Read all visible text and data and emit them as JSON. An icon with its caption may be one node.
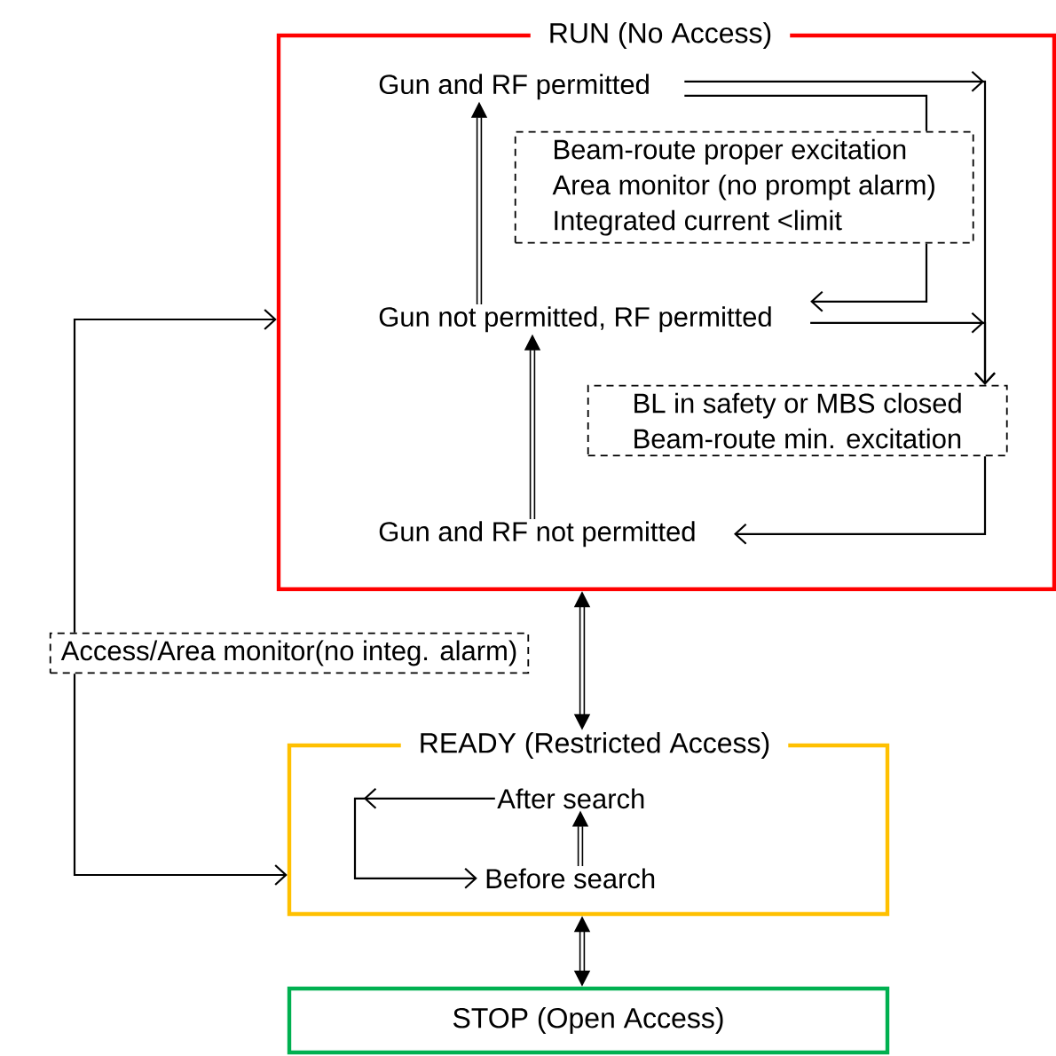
{
  "diagram": {
    "nodes": [
      {
        "text": [
          "RUN (No Access)"
        ]
      },
      {
        "text": [
          "Gun and RF permitted"
        ],
        "in": 0
      },
      {
        "text": [
          "Gun not permitted, RF permitted"
        ],
        "in": 0
      },
      {
        "text": [
          "Gun and RF not permitted"
        ],
        "in": 0
      },
      {
        "text": [
          "Beam-route proper excitation",
          "Area monitor (no prompt alarm)",
          "Integrated current <limit"
        ],
        "in": 0
      },
      {
        "text": [
          "BL in safety or MBS closed",
          "Beam-route min. excitation"
        ],
        "in": 0
      },
      {
        "text": [
          "Access/Area monitor(no integ. alarm)"
        ]
      },
      {
        "text": [
          "READY (Restricted Access)"
        ]
      },
      {
        "text": [
          "After search"
        ],
        "in": 7
      },
      {
        "text": [
          "Before search"
        ],
        "in": 7
      },
      {
        "text": [
          "STOP (Open Access)"
        ]
      }
    ],
    "edges": [
      {
        "from": 2,
        "to": 1,
        "arrow": "to",
        "style": "thick"
      },
      {
        "from": 3,
        "to": 2,
        "arrow": "to",
        "style": "thick"
      },
      {
        "from": 1,
        "to": 5,
        "arrow": "to"
      },
      {
        "from": 1,
        "to": 4,
        "arrow": "none"
      },
      {
        "from": 4,
        "to": 2,
        "arrow": "to"
      },
      {
        "from": 2,
        "to": 5,
        "arrow": "to"
      },
      {
        "from": 5,
        "to": 3,
        "arrow": "to"
      },
      {
        "from": 6,
        "to": 0,
        "arrow": "to"
      },
      {
        "from": 6,
        "to": 7,
        "arrow": "to"
      },
      {
        "from": 0,
        "to": 7,
        "arrow": "both",
        "style": "thick"
      },
      {
        "from": 7,
        "to": 10,
        "arrow": "both",
        "style": "thick"
      },
      {
        "from": 9,
        "to": 8,
        "arrow": "to",
        "style": "thick"
      },
      {
        "from": 8,
        "to": 9,
        "arrow": "to"
      }
    ]
  }
}
